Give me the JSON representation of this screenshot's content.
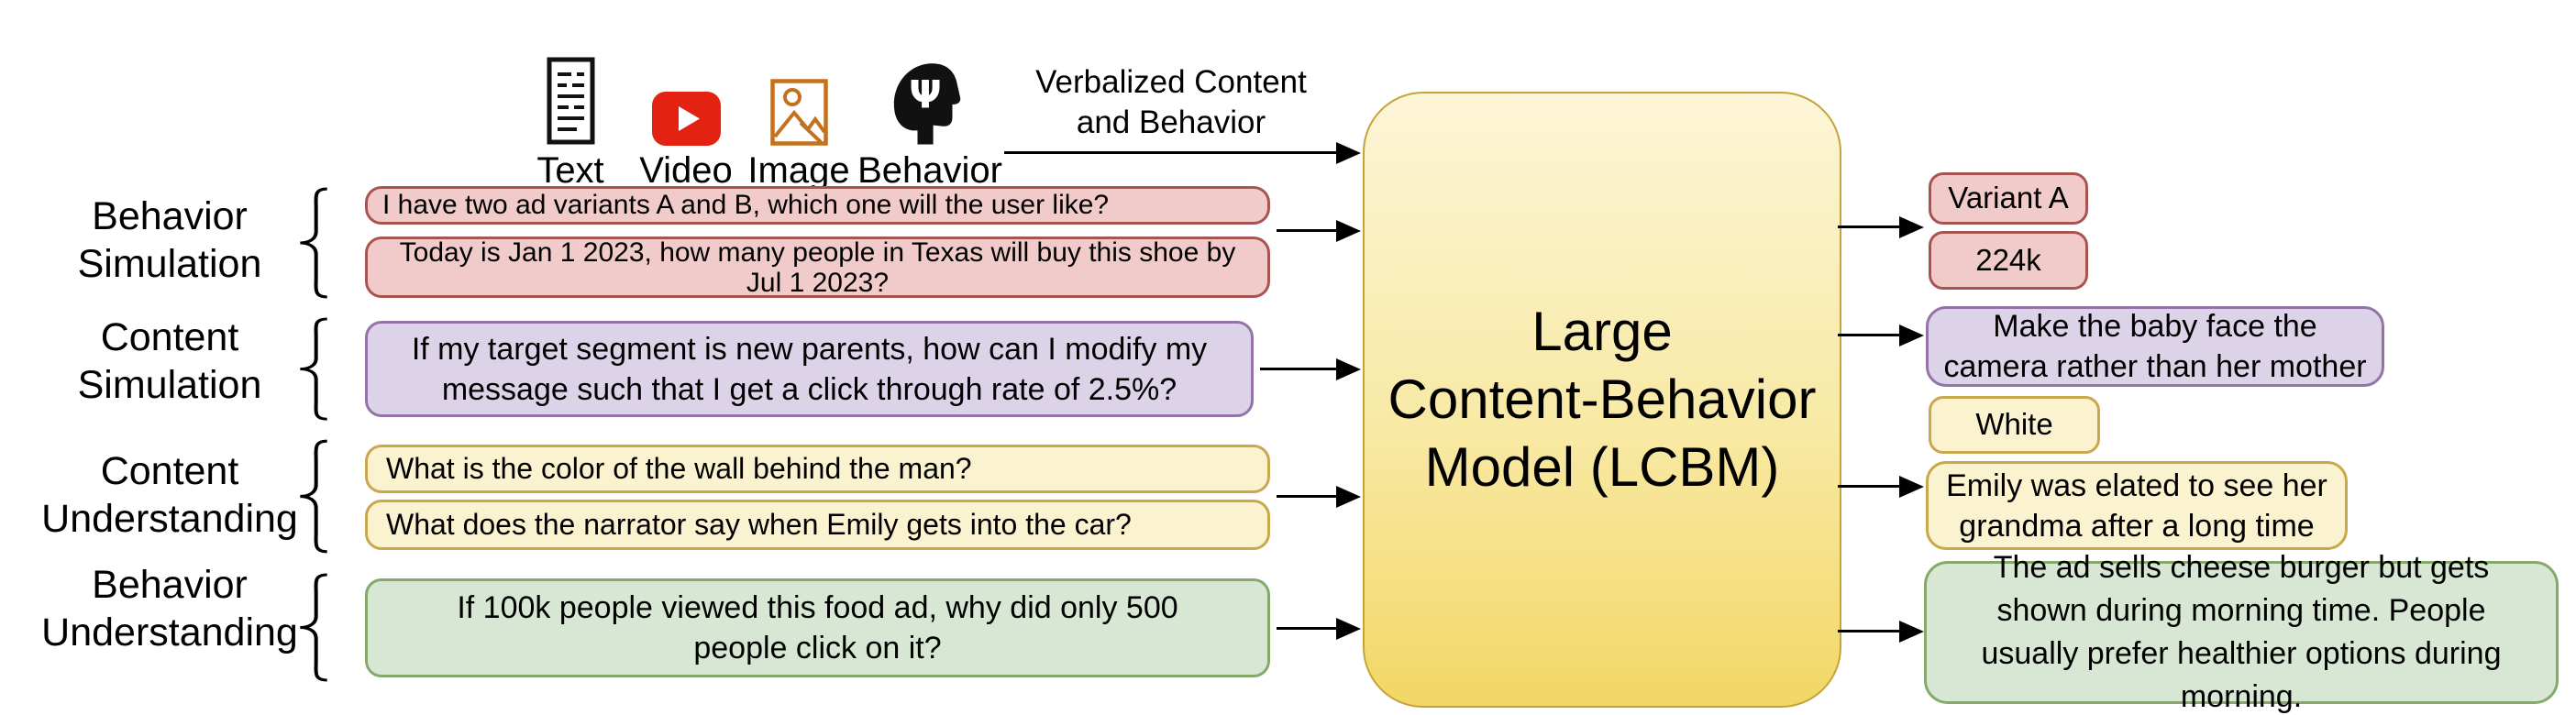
{
  "modalities": {
    "items": [
      {
        "label": "Text",
        "icon": "text-document-icon"
      },
      {
        "label": "Video",
        "icon": "video-icon"
      },
      {
        "label": "Image",
        "icon": "image-icon"
      },
      {
        "label": "Behavior",
        "icon": "behavior-icon"
      }
    ],
    "annotation": "Verbalized Content and Behavior"
  },
  "model": {
    "title_lines": [
      "Large",
      "Content-Behavior",
      "Model (LCBM)"
    ]
  },
  "groups": [
    {
      "label": "Behavior Simulation",
      "inputs": [
        "I have two ad variants A and B, which one will the user like?",
        "Today is Jan 1 2023, how many people in Texas will buy this shoe by Jul 1 2023?"
      ],
      "outputs": [
        "Variant A",
        "224k"
      ]
    },
    {
      "label": "Content Simulation",
      "inputs": [
        "If my target segment is new parents, how can I modify my message such that I get a click through rate of 2.5%?"
      ],
      "outputs": [
        "Make the baby face the camera rather than her mother"
      ]
    },
    {
      "label": "Content Understanding",
      "inputs": [
        "What is the color of the wall behind the man?",
        "What does the narrator say when Emily gets into the car?"
      ],
      "outputs": [
        "White",
        "Emily was elated to see her grandma after a long time"
      ]
    },
    {
      "label": "Behavior Understanding",
      "inputs": [
        "If 100k people viewed this food ad, why did only 500 people click on it?"
      ],
      "outputs": [
        "The ad sells cheese burger but gets shown during morning time. People usually prefer healthier options during morning."
      ]
    }
  ],
  "colors": {
    "pink_fill": "#F0CBCA",
    "pink_border": "#A85551",
    "purple_fill": "#DCD3E8",
    "purple_border": "#9673A6",
    "yellow_fill": "#FBF2CF",
    "yellow_border": "#C9A84C",
    "green_fill": "#D7E7D3",
    "green_border": "#85A96B",
    "model_gradient_top": "#FCF5D7",
    "model_gradient_bottom": "#F2D765",
    "model_border": "#C5A339",
    "video_red": "#E32212",
    "image_orange": "#C4711F",
    "icon_black": "#111111"
  }
}
